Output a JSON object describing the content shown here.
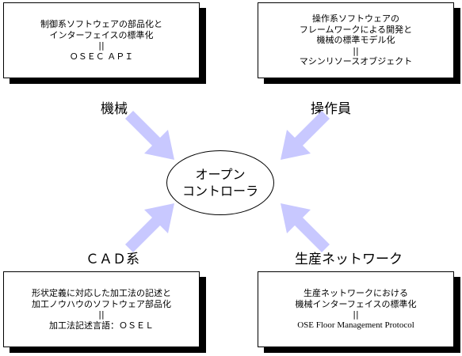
{
  "colors": {
    "arrow": "#c8c8ff",
    "shadow": "#000000",
    "border": "#000000"
  },
  "center": {
    "lines": [
      "オープン",
      "コントローラ"
    ]
  },
  "labels": {
    "top_left": "機械",
    "top_right": "操作員",
    "bottom_left": "ＣＡＤ系",
    "bottom_right": "生産ネットワーク"
  },
  "boxes": {
    "top_left": {
      "lines": [
        "制御系ソフトウェアの部品化と",
        "インターフェイスの標準化",
        "||",
        "ＯＳＥＣ ＡＰＩ"
      ]
    },
    "top_right": {
      "lines": [
        "操作系ソフトウェアの",
        "フレームワークによる開発と",
        "機械の標準モデル化",
        "||",
        "マシンリソースオブジェクト"
      ]
    },
    "bottom_left": {
      "lines": [
        "形状定義に対応した加工法の記述と",
        "加工ノウハウのソフトウェア部品化",
        "||",
        "加工法記述言語：ＯＳＥＬ"
      ]
    },
    "bottom_right": {
      "lines": [
        "生産ネットワークにおける",
        "機械インターフェイスの標準化",
        "||",
        "OSE Floor Management Protocol"
      ]
    }
  }
}
